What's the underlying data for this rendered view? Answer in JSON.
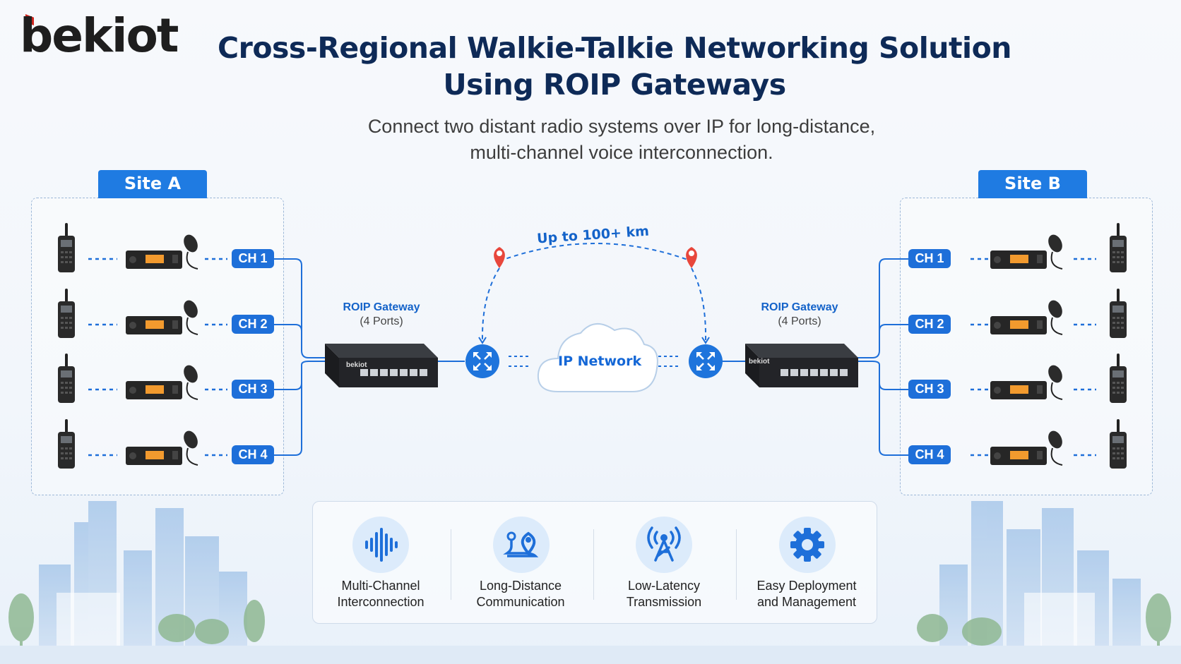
{
  "brand": {
    "logo_text": "bekiot"
  },
  "header": {
    "title_line1": "Cross-Regional Walkie-Talkie Networking Solution",
    "title_line2": "Using ROIP Gateways",
    "subtitle_line1": "Connect two distant radio systems over IP for long-distance,",
    "subtitle_line2": "multi-channel voice interconnection."
  },
  "site_a": {
    "label": "Site A",
    "channels": [
      "CH 1",
      "CH 2",
      "CH 3",
      "CH 4"
    ]
  },
  "site_b": {
    "label": "Site B",
    "channels": [
      "CH 1",
      "CH 2",
      "CH 3",
      "CH 4"
    ]
  },
  "gateway": {
    "label": "ROIP Gateway",
    "ports": "(4 Ports)",
    "brand": "bekiot"
  },
  "network": {
    "label": "IP Network",
    "distance": "Up to 100+ km"
  },
  "features": [
    {
      "icon": "sound-wave-icon",
      "line1": "Multi-Channel",
      "line2": "Interconnection"
    },
    {
      "icon": "map-pin-route-icon",
      "line1": "Long-Distance",
      "line2": "Communication"
    },
    {
      "icon": "radio-tower-icon",
      "line1": "Low-Latency",
      "line2": "Transmission"
    },
    {
      "icon": "gear-icon",
      "line1": "Easy Deployment",
      "line2": "and Management"
    }
  ],
  "colors": {
    "accent": "#1e6fd9",
    "title": "#0e2a57",
    "pin": "#e8473c"
  }
}
